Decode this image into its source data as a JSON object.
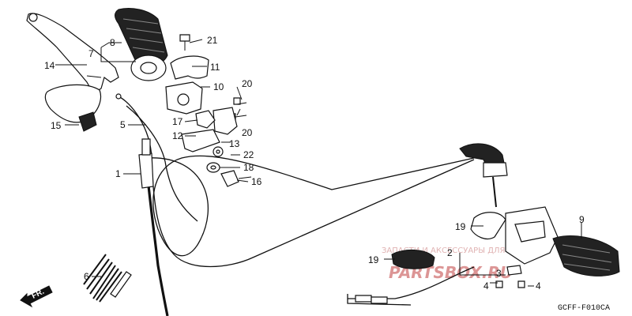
{
  "callouts": {
    "n1": "1",
    "n2": "2",
    "n3": "3",
    "n4a": "4",
    "n4b": "4",
    "n5": "5",
    "n6": "6",
    "n7": "7",
    "n8": "8",
    "n9": "9",
    "n10": "10",
    "n11": "11",
    "n12": "12",
    "n13": "13",
    "n14": "14",
    "n15": "15",
    "n16": "16",
    "n17": "17",
    "n18": "18",
    "n19a": "19",
    "n19b": "19",
    "n20a": "20",
    "n20b": "20",
    "n21": "21",
    "n22": "22"
  },
  "direction_label": "FR.",
  "diagram_code": "GCFF-F010CA",
  "watermark": {
    "text": "ЗАПАСТИ И АКСЕССУАРЫ ДЛЯ ТЕХНИКИ",
    "logo": "PARTSBOX.RU"
  },
  "colors": {
    "ink": "#111111",
    "watermark": "#c04040",
    "background": "#ffffff"
  }
}
